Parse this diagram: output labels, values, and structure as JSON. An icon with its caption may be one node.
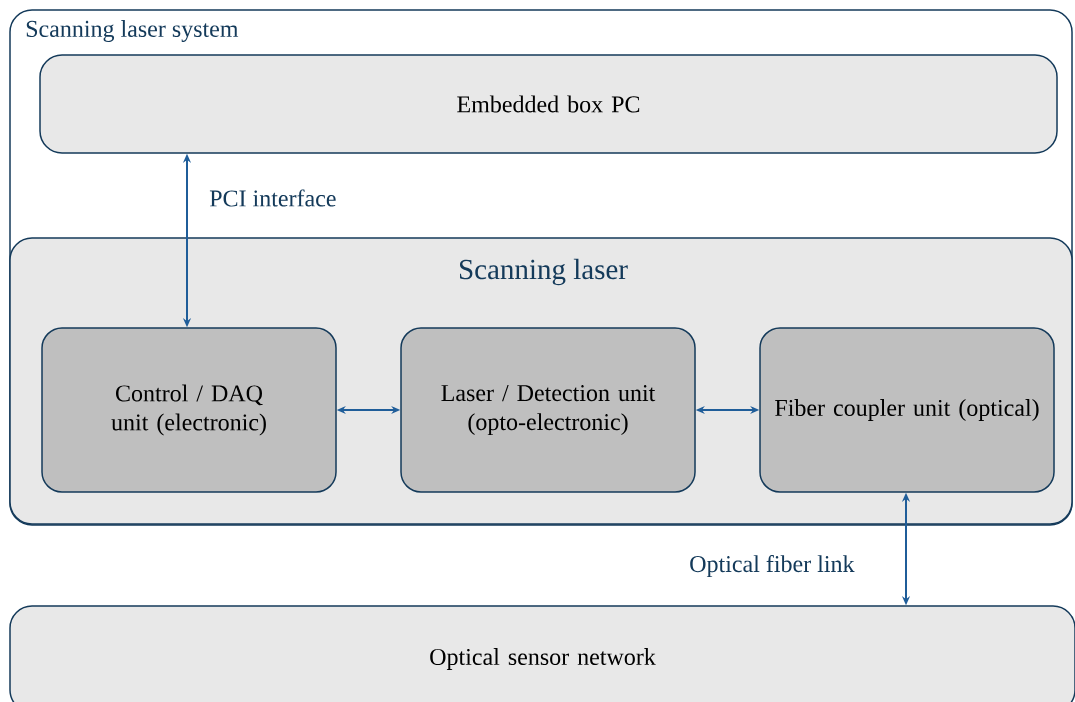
{
  "diagram": {
    "nodes": [
      {
        "text": [
          "Scanning laser system"
        ]
      },
      {
        "text": [
          "Embedded box PC"
        ],
        "in": 0
      },
      {
        "text": [
          "Scanning laser"
        ],
        "in": 0
      },
      {
        "text": [
          "Control / DAQ unit (electronic)"
        ],
        "in": 2
      },
      {
        "text": [
          "Laser / Detection unit (opto-electronic)"
        ],
        "in": 2
      },
      {
        "text": [
          "Fiber coupler unit (optical)"
        ],
        "in": 2
      },
      {
        "text": [
          "Optical sensor network"
        ]
      }
    ],
    "edges": [
      {
        "from": 1,
        "to": 3,
        "arrow": "both",
        "label": "PCI interface"
      },
      {
        "from": 3,
        "to": 4,
        "arrow": "both"
      },
      {
        "from": 4,
        "to": 5,
        "arrow": "both"
      },
      {
        "from": 5,
        "to": 6,
        "arrow": "both",
        "label": "Optical fiber link"
      }
    ]
  }
}
